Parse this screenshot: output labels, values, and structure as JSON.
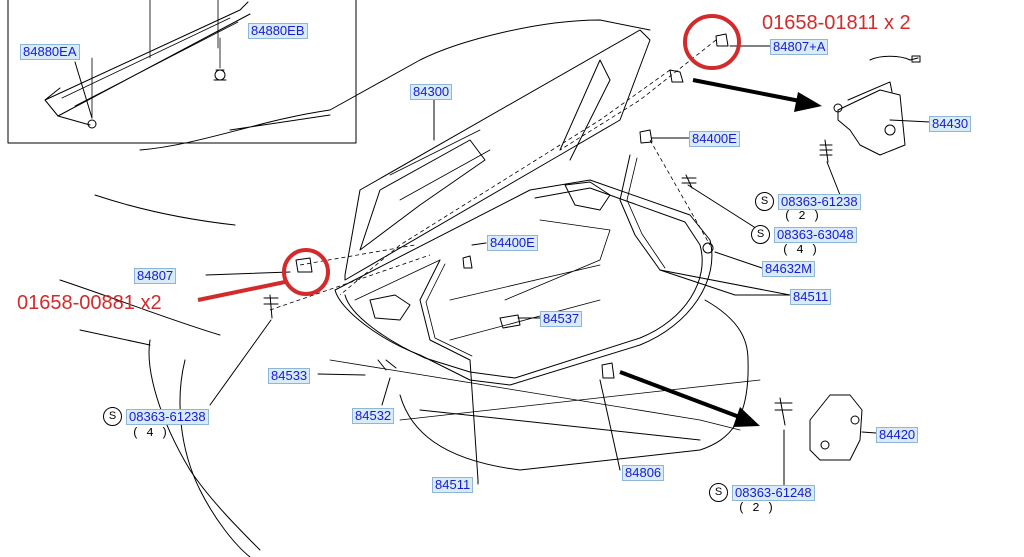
{
  "annotations": {
    "top_right": "01658-01811 x 2",
    "left": "01658-00881 x2",
    "color": "#d32b2b"
  },
  "parts": {
    "p84880EA": "84880EA",
    "p84880EB": "84880EB",
    "p84807A": "84807+A",
    "p84300": "84300",
    "p84430": "84430",
    "p84400E_a": "84400E",
    "p84400E_b": "84400E",
    "p84807": "84807",
    "p84632M": "84632M",
    "p84511_a": "84511",
    "p84511_b": "84511",
    "p84537": "84537",
    "p84533": "84533",
    "p84532": "84532",
    "p84806": "84806",
    "p84420": "84420"
  },
  "fasteners": {
    "s_letter": "S",
    "f1": {
      "code": "08363-61238",
      "qty": "( 2 )"
    },
    "f2": {
      "code": "08363-63048",
      "qty": "( 4 )"
    },
    "f3": {
      "code": "08363-61238",
      "qty": "( 4 )"
    },
    "f4": {
      "code": "08363-61248",
      "qty": "( 2 )"
    }
  },
  "colors": {
    "label_text": "#1a1ad0",
    "label_bg": "#d7ecf6",
    "label_border": "#8fb6d6",
    "line": "#000000"
  }
}
